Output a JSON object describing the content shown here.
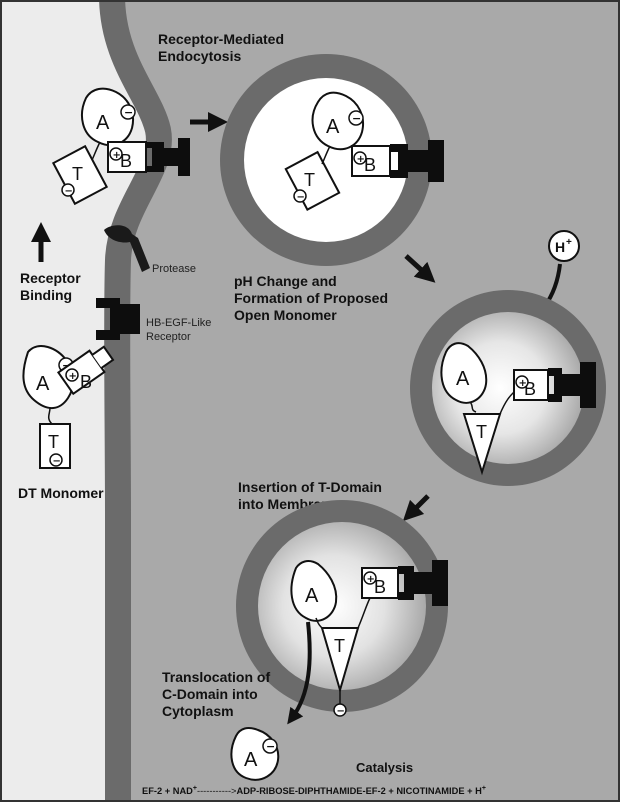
{
  "labels": {
    "endocytosis_line1": "Receptor-Mediated",
    "endocytosis_line2": "Endocytosis",
    "receptor_binding_line1": "Receptor",
    "receptor_binding_line2": "Binding",
    "protease": "Protease",
    "ph_change_line1": "pH Change and",
    "ph_change_line2": "Formation of Proposed",
    "ph_change_line3": "Open Monomer",
    "receptor_line1": "HB-EGF-Like",
    "receptor_line2": "Receptor",
    "dt_monomer": "DT Monomer",
    "insertion_line1": "Insertion of T-Domain",
    "insertion_line2": "into Membrane",
    "translocation_line1": "Translocation of",
    "translocation_line2": "C-Domain into",
    "translocation_line3": "Cytoplasm",
    "catalysis": "Catalysis"
  },
  "domains": {
    "a": "A",
    "b": "B",
    "t": "T",
    "plus": "+",
    "minus": "−",
    "proton": "H",
    "proton_charge": "+"
  },
  "equation": {
    "reactants": "EF-2 + NAD",
    "reactants_sup": "+",
    "arrow": "----------->",
    "products": "ADP-RIBOSE-DIPHTHAMIDE-EF-2 + NICOTINAMIDE + H",
    "products_sup": "+"
  },
  "colors": {
    "membrane": "#6b6b6b",
    "cytoplasm": "#a9a9a9",
    "extracellular": "#ececec",
    "receptor": "#0d0d0d",
    "vesicle_light": "#ffffff"
  }
}
